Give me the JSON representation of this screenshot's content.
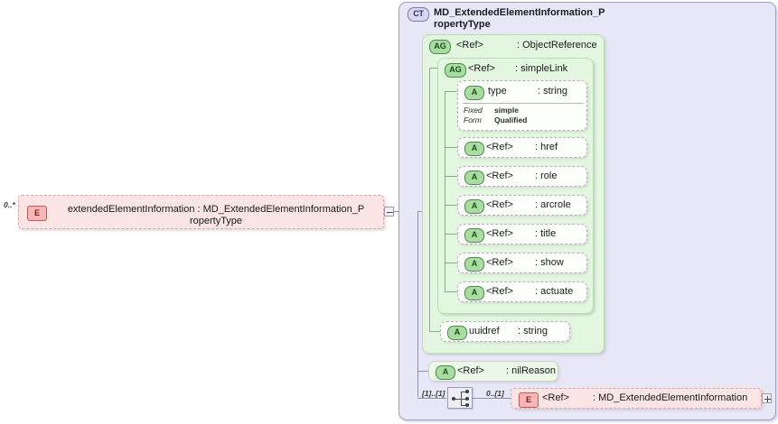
{
  "diagram": {
    "kind": "xml-schema-definition-diagram",
    "root_element": {
      "badge": "E",
      "cardinality": "0..*",
      "name": "extendedElementInformation",
      "separator": ":",
      "type_line1": "extendedElementInformation : MD_ExtendedElementInformation_P",
      "type_line2": "ropertyType",
      "expander": "minus"
    },
    "complex_type": {
      "badge": "CT",
      "title_line1": "MD_ExtendedElementInformation_P",
      "title_line2": "ropertyType"
    },
    "attribute_group_outer": {
      "badge": "AG",
      "name": "<Ref>",
      "type": ": ObjectReference"
    },
    "attribute_group_inner": {
      "badge": "AG",
      "name": "<Ref>",
      "type": ": simpleLink"
    },
    "type_attribute": {
      "badge": "A",
      "name": "type",
      "type": ": string",
      "facets": [
        {
          "key": "Fixed",
          "value": "simple"
        },
        {
          "key": "Form",
          "value": "Qualified"
        }
      ]
    },
    "simple_link_attributes": [
      {
        "badge": "A",
        "name": "<Ref>",
        "type": ": href"
      },
      {
        "badge": "A",
        "name": "<Ref>",
        "type": ": role"
      },
      {
        "badge": "A",
        "name": "<Ref>",
        "type": ": arcrole"
      },
      {
        "badge": "A",
        "name": "<Ref>",
        "type": ": title"
      },
      {
        "badge": "A",
        "name": "<Ref>",
        "type": ": show"
      },
      {
        "badge": "A",
        "name": "<Ref>",
        "type": ": actuate"
      }
    ],
    "uuidref_attribute": {
      "badge": "A",
      "name": "uuidref",
      "type": ": string"
    },
    "nil_reason_attribute": {
      "badge": "A",
      "name": "<Ref>",
      "type": ": nilReason"
    },
    "model_group": {
      "icon": "choice-icon",
      "cardinality": "[1]..[1]"
    },
    "child_element": {
      "badge": "E",
      "cardinality": "0..[1]",
      "name": "<Ref>",
      "type": ": MD_ExtendedElementInformation",
      "expander": "plus"
    },
    "colors": {
      "complex_type_fill": "#e7e7f8",
      "complex_type_border": "#9d9dc6",
      "attribute_group_fill": "#e2f6e0",
      "attribute_group_border": "#b9dbb4",
      "attribute_fill": "#fdfffd",
      "element_fill": "#fbe4e4",
      "element_border": "#d9a7a7",
      "connector": "#7b7b96"
    }
  }
}
